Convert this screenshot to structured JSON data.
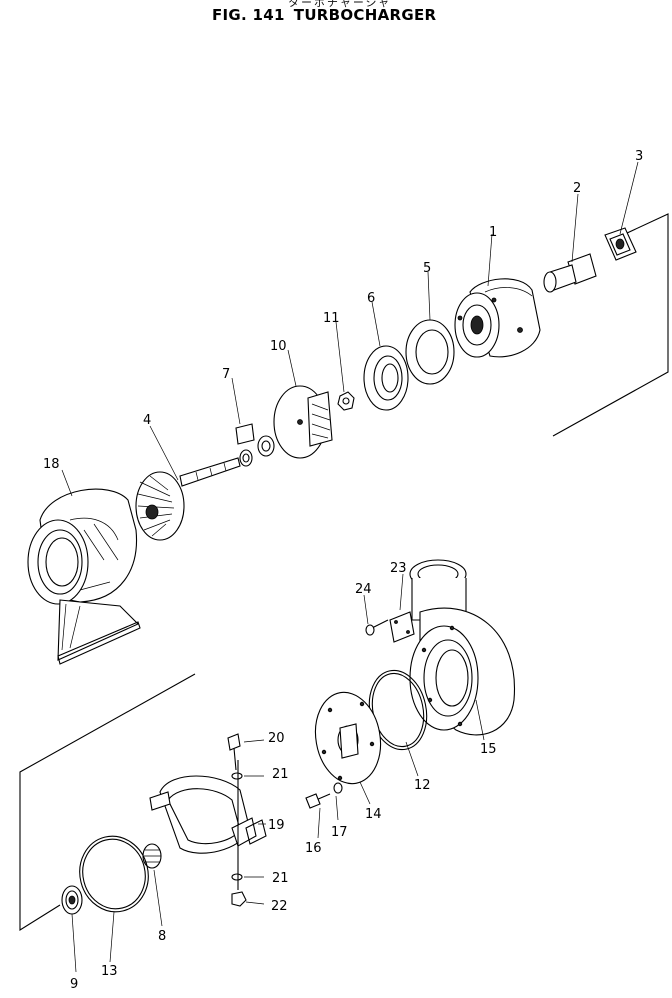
{
  "header": {
    "japanese_subtitle": "ターボチャージャ",
    "fig_label": "FIG. 141",
    "title": "TURBOCHARGER"
  },
  "callouts": {
    "p1": "1",
    "p2": "2",
    "p3": "3",
    "p4": "4",
    "p5": "5",
    "p6": "6",
    "p7": "7",
    "p8": "8",
    "p9": "9",
    "p10": "10",
    "p11": "11",
    "p12": "12",
    "p13": "13",
    "p14": "14",
    "p15": "15",
    "p16": "16",
    "p17": "17",
    "p18": "18",
    "p19": "19",
    "p20": "20",
    "p21a": "21",
    "p21b": "21",
    "p22": "22",
    "p23": "23",
    "p24": "24"
  }
}
